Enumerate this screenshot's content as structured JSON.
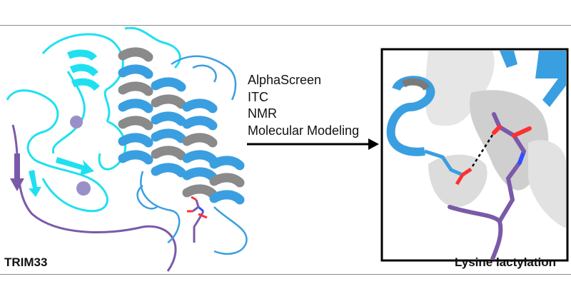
{
  "figure": {
    "left_label": "TRIM33",
    "right_label": "Lysine lactylation",
    "methods": [
      "AlphaScreen",
      "ITC",
      "NMR",
      "Molecular Modeling"
    ]
  },
  "colors": {
    "cyan_domain": "#1fe0f0",
    "blue_domain": "#3a9fe0",
    "helix_back": "#8a8a8a",
    "purple_chain": "#7a5aa8",
    "oxygen": "#ff3030",
    "nitrogen": "#3050ff",
    "surface": "#cfcfcf",
    "zinc": "#9a90c8"
  }
}
